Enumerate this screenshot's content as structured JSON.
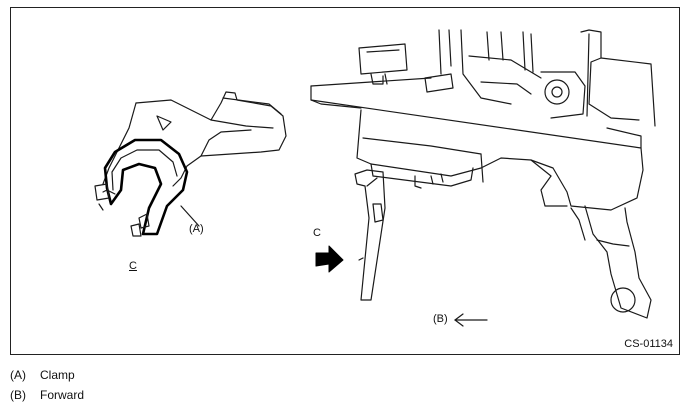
{
  "figure": {
    "code": "CS-01134",
    "callouts": {
      "clamp": "(A)",
      "forward": "(B)"
    },
    "view_letter_arrow": "C",
    "view_letter_detail": "C"
  },
  "legend": [
    {
      "key": "(A)",
      "text": "Clamp"
    },
    {
      "key": "(B)",
      "text": "Forward"
    }
  ],
  "icons": {
    "view_arrow": "bold-right-arrow-icon",
    "forward_arrow": "left-pointing-arrow-icon"
  }
}
